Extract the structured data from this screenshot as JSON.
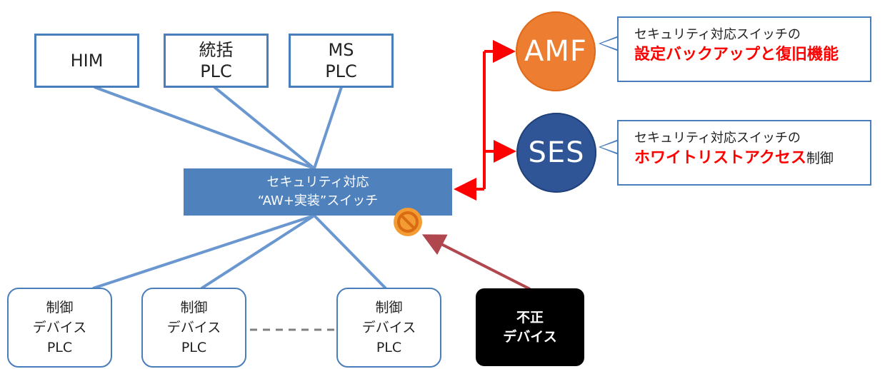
{
  "top_nodes": [
    {
      "id": "him",
      "lines": [
        "HIM"
      ]
    },
    {
      "id": "unified-plc",
      "lines": [
        "統括",
        "PLC"
      ]
    },
    {
      "id": "ms-plc",
      "lines": [
        "MS",
        "PLC"
      ]
    }
  ],
  "switch": {
    "line1": "セキュリティ対応",
    "line2": "“AW+実装”スイッチ"
  },
  "control_devices": [
    {
      "line1": "制御",
      "line2": "デバイス",
      "line3": "PLC"
    },
    {
      "line1": "制御",
      "line2": "デバイス",
      "line3": "PLC"
    },
    {
      "line1": "制御",
      "line2": "デバイス",
      "line3": "PLC"
    }
  ],
  "rogue_device": {
    "line1": "不正",
    "line2": "デバイス"
  },
  "amf": {
    "label": "AMF",
    "callout_line1": "セキュリティ対応スイッチの",
    "callout_highlight": "設定バックアップと復旧機能"
  },
  "ses": {
    "label": "SES",
    "callout_line1": "セキュリティ対応スイッチの",
    "callout_highlight": "ホワイトリストアクセス",
    "callout_tail": "制御"
  },
  "colors": {
    "box_border": "#4a7ebb",
    "switch_fill": "#4f81bd",
    "link_line": "#6a97cf",
    "amf_fill": "#ed7d31",
    "ses_fill": "#2f5597",
    "red_arrow": "#ff0000",
    "attack_arrow": "#b0474e",
    "block_icon": "#f39c34"
  },
  "icons": {
    "block": "no-entry-icon"
  }
}
